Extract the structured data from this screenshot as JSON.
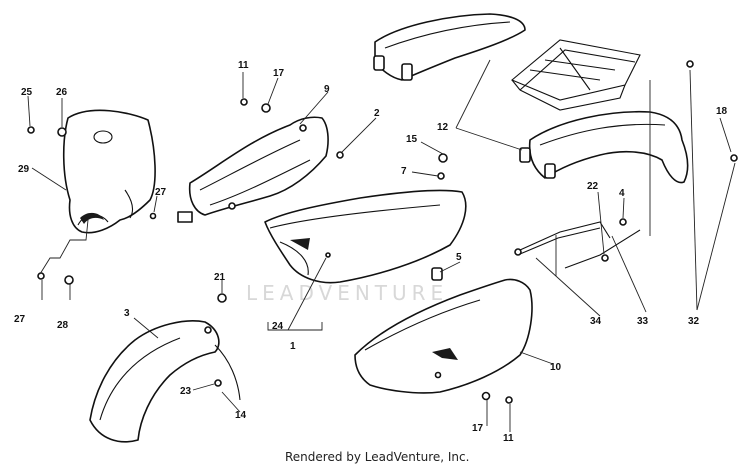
{
  "watermark_text": "LEADVENTURE",
  "footer": {
    "credit": "Rendered by LeadVenture, Inc."
  },
  "callouts": {
    "c1": "1",
    "c2": "2",
    "c3": "3",
    "c4": "4",
    "c5": "5",
    "c7": "7",
    "c9": "9",
    "c10": "10",
    "c11a": "11",
    "c11b": "11",
    "c12": "12",
    "c14": "14",
    "c15": "15",
    "c17a": "17",
    "c17b": "17",
    "c18": "18",
    "c21": "21",
    "c22": "22",
    "c23": "23",
    "c24": "24",
    "c25": "25",
    "c26": "26",
    "c27a": "27",
    "c27b": "27",
    "c28": "28",
    "c29": "29",
    "c32": "32",
    "c33": "33",
    "c34": "34"
  }
}
